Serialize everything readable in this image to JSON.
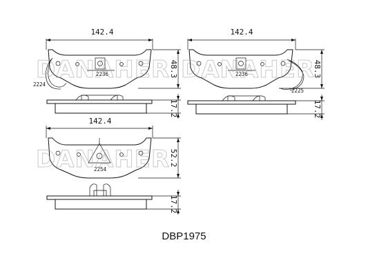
{
  "brand": {
    "watermark": "DANAHER"
  },
  "part_number": "DBP1975",
  "views": {
    "top_left": {
      "width_label": "142.4",
      "height_label": "48.3",
      "shim_code": "2236",
      "wear_sensor_code": "2224",
      "thickness_label": "17.2"
    },
    "top_right": {
      "width_label": "142.4",
      "height_label": "48.3",
      "shim_code": "2236",
      "wear_sensor_code": "2225",
      "thickness_label": "17.2"
    },
    "bottom": {
      "width_label": "142.4",
      "height_label": "52.2",
      "shim_code": "2254",
      "thickness_label": "17.2"
    }
  },
  "colors": {
    "line": "#111111",
    "watermark": "#9a9a9a",
    "background": "#ffffff"
  }
}
